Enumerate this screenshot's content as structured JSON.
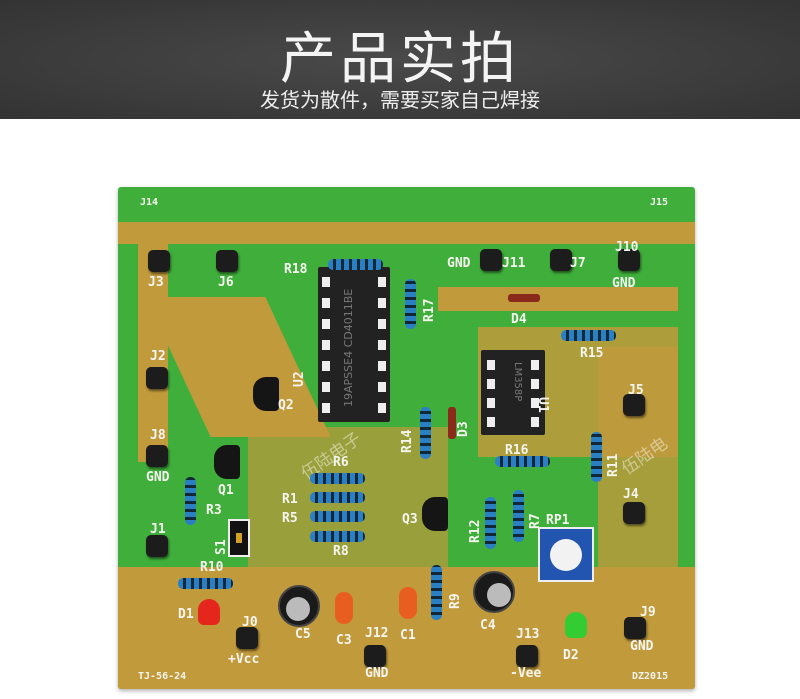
{
  "banner": {
    "title": "产品实拍",
    "subtitle": "发货为散件，需要买家自己焊接"
  },
  "board": {
    "colors": {
      "substrate": "#3fae3a",
      "copper": "#c19a3c",
      "silk": "#f5f5f0"
    },
    "watermark": "伍陆电子",
    "watermark2": "伍陆电",
    "model": "TJ-56-24",
    "date_code": "DZ2015",
    "labels": {
      "J14": "J14",
      "J15": "J15",
      "J3": "J3",
      "J6": "J6",
      "R18": "R18",
      "GND_J11": "GND",
      "J11": "J11",
      "J7": "J7",
      "J10": "J10",
      "GND_J10": "GND",
      "R17": "R17",
      "U2": "U2",
      "D4": "D4",
      "R15": "R15",
      "J2": "J2",
      "Q2": "Q2",
      "U1": "U1",
      "J5": "J5",
      "J8": "J8",
      "GND_J8": "GND",
      "R14": "R14",
      "D3": "D3",
      "R16": "R16",
      "R11": "R11",
      "R6": "R6",
      "Q1": "Q1",
      "R3": "R3",
      "R1": "R1",
      "R5": "R5",
      "R8": "R8",
      "Q3": "Q3",
      "R12": "R12",
      "R7": "R7",
      "J4": "J4",
      "RP1": "RP1",
      "J1": "J1",
      "S1": "S1",
      "R10": "R10",
      "D1": "D1",
      "J0": "J0",
      "VCC": "+Vcc",
      "C5": "C5",
      "C3": "C3",
      "J12": "J12",
      "GND_J12": "GND",
      "C1": "C1",
      "R9": "R9",
      "C4": "C4",
      "J13": "J13",
      "VEE": "-Vee",
      "D2": "D2",
      "J9": "J9",
      "GND_J9": "GND"
    },
    "chips": {
      "u2_marking": "19APSSE4 CD4011BE",
      "u1_marking": "LM358P"
    }
  }
}
